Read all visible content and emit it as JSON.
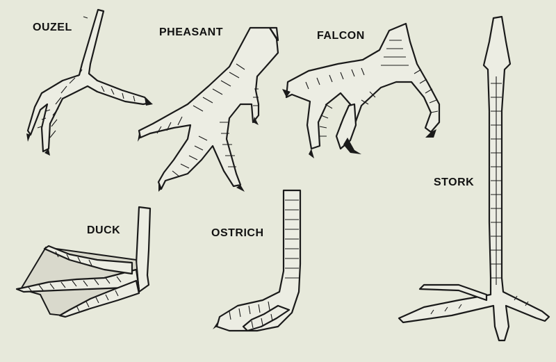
{
  "labels": {
    "ouzel": "OUZEL",
    "pheasant": "PHEASANT",
    "falcon": "FALCON",
    "stork": "STORK",
    "duck": "DUCK",
    "ostrich": "OSTRICH"
  },
  "colors": {
    "paper": "#e7e9db",
    "ink": "#1a1a1a"
  }
}
